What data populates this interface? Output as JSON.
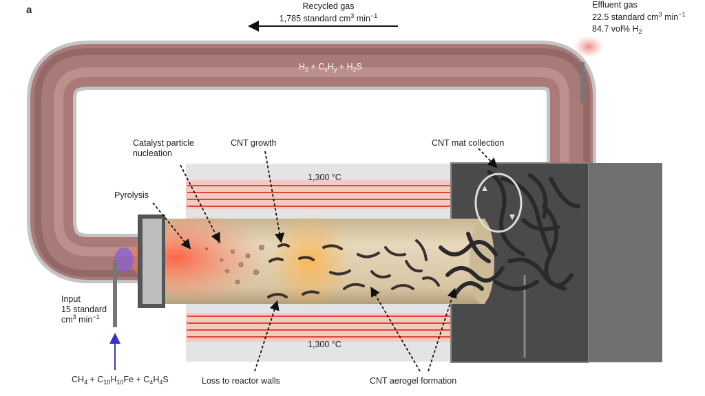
{
  "panel_label": "a",
  "recycled_gas": {
    "title": "Recycled gas",
    "flow_value": "1,785 standard cm",
    "flow_exp": "3",
    "flow_unit": " min",
    "flow_unit_exp": "−1"
  },
  "effluent_gas": {
    "title": "Effluent gas",
    "flow_value": "22.5 standard cm",
    "flow_exp": "3",
    "flow_unit": " min",
    "flow_unit_exp": "−1",
    "composition": "84.7 vol% H",
    "composition_sub": "2"
  },
  "pipe_gas": {
    "p1": "H",
    "s1": "2",
    "p2": " + C",
    "s2": "x",
    "p3": "H",
    "s3": "y",
    "p4": " + H",
    "s4": "2",
    "p5": "S"
  },
  "stages": {
    "catalyst_line1": "Catalyst particle",
    "catalyst_line2": "nucleation",
    "cnt_growth": "CNT growth",
    "cnt_mat": "CNT mat collection",
    "pyrolysis": "Pyrolysis",
    "loss": "Loss to reactor walls",
    "aerogel": "CNT aerogel formation"
  },
  "temperature_top": "1,300 °C",
  "temperature_bottom": "1,300 °C",
  "input": {
    "line1": "Input",
    "line2": "15 standard",
    "line3": "cm",
    "exp": "3",
    "unit": " min",
    "unit_exp": "−1"
  },
  "feed": {
    "p1": "CH",
    "s1": "4",
    "p2": " + C",
    "s2": "10",
    "p3": "H",
    "s3": "10",
    "p4": "Fe + C",
    "s4": "4",
    "p5": "H",
    "s5": "4",
    "p6": "S"
  },
  "colors": {
    "pipe": "#a97a78",
    "tube": "#dccbaa",
    "heater": "#e0301e",
    "collector": "#4a4a4a",
    "input_arrow": "#3a2fd0"
  }
}
